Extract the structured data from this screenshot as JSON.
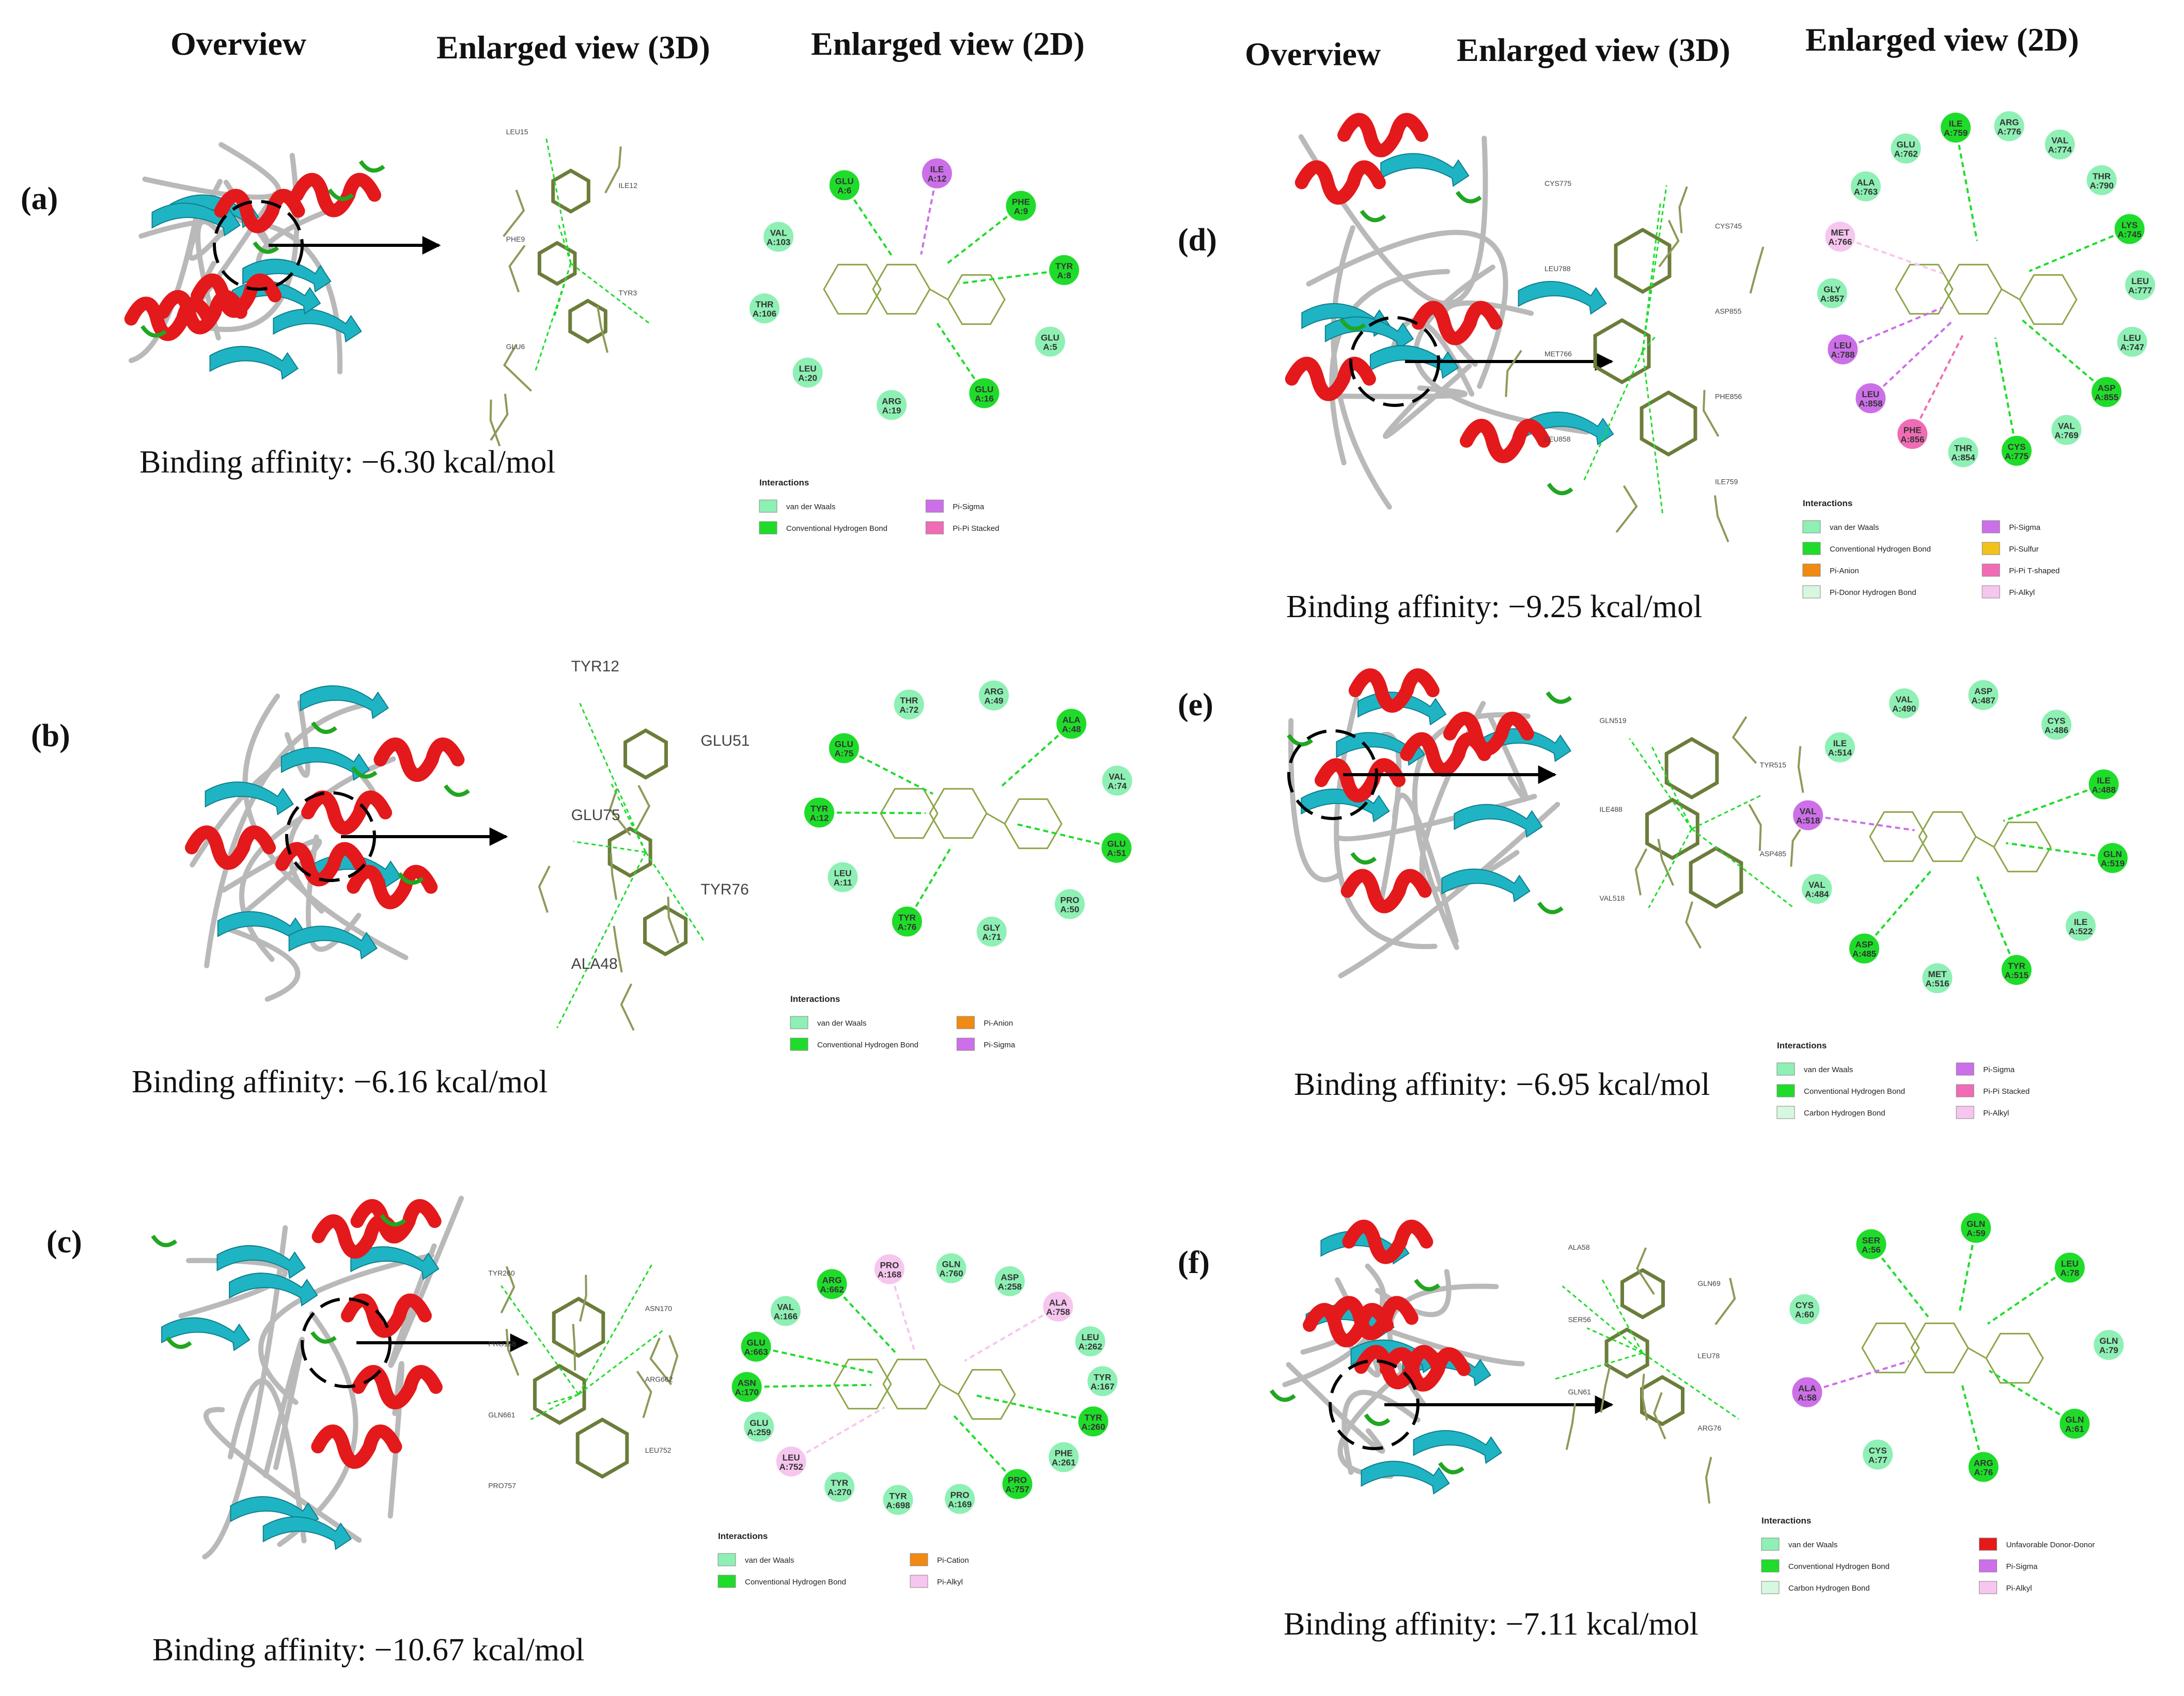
{
  "headers": {
    "left": {
      "overview": "Overview",
      "enlarged_3d": "Enlarged view (3D)",
      "enlarged_2d": "Enlarged view (2D)"
    },
    "right": {
      "overview": "Overview",
      "enlarged_3d": "Enlarged view (3D)",
      "enlarged_2d": "Enlarged view (2D)"
    }
  },
  "colors": {
    "helix": "#e3191c",
    "sheet": "#1fb4c4",
    "coil": "#b9b9b9",
    "turn": "#21a621",
    "ligand": "#6b7d3a",
    "vdw": "#8ef0b4",
    "hbond": "#1fdc2a",
    "pi_sigma": "#cc6fe8",
    "pi_pi_stacked": "#f06cb4",
    "pi_anion": "#f08a12",
    "pi_alkyl": "#f6c6ef",
    "pi_sulfur": "#f2c21a",
    "carbon_hbond": "#d8f7df",
    "unfavorable": "#e31a1a",
    "pi_cation": "#f08a12"
  },
  "panels": [
    {
      "label": "(a)",
      "affinity": "Binding affinity: −6.30 kcal/mol",
      "labels_3d": [
        "LEU15",
        "ILE12",
        "PHE9",
        "TYR3",
        "GLU6"
      ],
      "residues": [
        {
          "name": "ILE A:12",
          "type": "pi_sigma"
        },
        {
          "name": "PHE A:9",
          "type": "hbond"
        },
        {
          "name": "TYR A:8",
          "type": "hbond"
        },
        {
          "name": "GLU A:5",
          "type": "vdw"
        },
        {
          "name": "GLU A:16",
          "type": "hbond"
        },
        {
          "name": "ARG A:19",
          "type": "vdw"
        },
        {
          "name": "LEU A:20",
          "type": "vdw"
        },
        {
          "name": "THR A:106",
          "type": "vdw"
        },
        {
          "name": "VAL A:103",
          "type": "vdw"
        },
        {
          "name": "GLU A:6",
          "type": "hbond"
        }
      ],
      "legend_title": "Interactions",
      "legend": [
        {
          "label": "van der Waals",
          "type": "vdw"
        },
        {
          "label": "Pi-Sigma",
          "type": "pi_sigma"
        },
        {
          "label": "Conventional Hydrogen Bond",
          "type": "hbond"
        },
        {
          "label": "Pi-Pi Stacked",
          "type": "pi_pi_stacked"
        }
      ]
    },
    {
      "label": "(b)",
      "affinity": "Binding affinity: −6.16 kcal/mol",
      "labels_3d": [
        "TYR12",
        "GLU51",
        "GLU75",
        "TYR76",
        "ALA48"
      ],
      "residues": [
        {
          "name": "ARG A:49",
          "type": "vdw"
        },
        {
          "name": "ALA A:48",
          "type": "hbond"
        },
        {
          "name": "VAL A:74",
          "type": "vdw"
        },
        {
          "name": "GLU A:51",
          "type": "hbond"
        },
        {
          "name": "PRO A:50",
          "type": "vdw"
        },
        {
          "name": "GLY A:71",
          "type": "vdw"
        },
        {
          "name": "TYR A:76",
          "type": "hbond"
        },
        {
          "name": "LEU A:11",
          "type": "vdw"
        },
        {
          "name": "TYR A:12",
          "type": "hbond"
        },
        {
          "name": "GLU A:75",
          "type": "hbond"
        },
        {
          "name": "THR A:72",
          "type": "vdw"
        }
      ],
      "legend_title": "Interactions",
      "legend": [
        {
          "label": "van der Waals",
          "type": "vdw"
        },
        {
          "label": "Pi-Anion",
          "type": "pi_anion"
        },
        {
          "label": "Conventional Hydrogen Bond",
          "type": "hbond"
        },
        {
          "label": "Pi-Sigma",
          "type": "pi_sigma"
        }
      ]
    },
    {
      "label": "(c)",
      "affinity": "Binding affinity: −10.67 kcal/mol",
      "labels_3d": [
        "TYR260",
        "ASN170",
        "PRO168",
        "ARG662",
        "GLN661",
        "LEU752",
        "PRO757"
      ],
      "residues": [
        {
          "name": "GLN A:760",
          "type": "vdw"
        },
        {
          "name": "ASP A:258",
          "type": "vdw"
        },
        {
          "name": "ALA A:758",
          "type": "pi_alkyl"
        },
        {
          "name": "LEU A:262",
          "type": "vdw"
        },
        {
          "name": "TYR A:167",
          "type": "vdw"
        },
        {
          "name": "TYR A:260",
          "type": "hbond"
        },
        {
          "name": "PHE A:261",
          "type": "vdw"
        },
        {
          "name": "PRO A:757",
          "type": "hbond"
        },
        {
          "name": "PRO A:169",
          "type": "vdw"
        },
        {
          "name": "TYR A:698",
          "type": "vdw"
        },
        {
          "name": "TYR A:270",
          "type": "vdw"
        },
        {
          "name": "LEU A:752",
          "type": "pi_alkyl"
        },
        {
          "name": "GLU A:259",
          "type": "vdw"
        },
        {
          "name": "ASN A:170",
          "type": "hbond"
        },
        {
          "name": "GLU A:663",
          "type": "hbond"
        },
        {
          "name": "VAL A:166",
          "type": "vdw"
        },
        {
          "name": "ARG A:662",
          "type": "hbond"
        },
        {
          "name": "PRO A:168",
          "type": "pi_alkyl"
        }
      ],
      "legend_title": "Interactions",
      "legend": [
        {
          "label": "van der Waals",
          "type": "vdw"
        },
        {
          "label": "Pi-Cation",
          "type": "pi_cation"
        },
        {
          "label": "Conventional Hydrogen Bond",
          "type": "hbond"
        },
        {
          "label": "Pi-Alkyl",
          "type": "pi_alkyl"
        }
      ]
    },
    {
      "label": "(d)",
      "affinity": "Binding affinity: −9.25 kcal/mol",
      "labels_3d": [
        "CYS775",
        "CYS745",
        "LEU788",
        "ASP855",
        "MET766",
        "PHE856",
        "LEU858",
        "ILE759"
      ],
      "residues": [
        {
          "name": "ARG A:776",
          "type": "vdw"
        },
        {
          "name": "VAL A:774",
          "type": "vdw"
        },
        {
          "name": "THR A:790",
          "type": "vdw"
        },
        {
          "name": "LYS A:745",
          "type": "hbond"
        },
        {
          "name": "LEU A:777",
          "type": "vdw"
        },
        {
          "name": "LEU A:747",
          "type": "vdw"
        },
        {
          "name": "ASP A:855",
          "type": "hbond"
        },
        {
          "name": "VAL A:769",
          "type": "vdw"
        },
        {
          "name": "CYS A:775",
          "type": "hbond"
        },
        {
          "name": "THR A:854",
          "type": "vdw"
        },
        {
          "name": "PHE A:856",
          "type": "pi_pi_stacked"
        },
        {
          "name": "LEU A:858",
          "type": "pi_sigma"
        },
        {
          "name": "LEU A:788",
          "type": "pi_sigma"
        },
        {
          "name": "GLY A:857",
          "type": "vdw"
        },
        {
          "name": "MET A:766",
          "type": "pi_alkyl"
        },
        {
          "name": "ALA A:763",
          "type": "vdw"
        },
        {
          "name": "GLU A:762",
          "type": "vdw"
        },
        {
          "name": "ILE A:759",
          "type": "hbond"
        }
      ],
      "legend_title": "Interactions",
      "legend": [
        {
          "label": "van der Waals",
          "type": "vdw"
        },
        {
          "label": "Pi-Sigma",
          "type": "pi_sigma"
        },
        {
          "label": "Conventional Hydrogen Bond",
          "type": "hbond"
        },
        {
          "label": "Pi-Sulfur",
          "type": "pi_sulfur"
        },
        {
          "label": "Pi-Anion",
          "type": "pi_anion"
        },
        {
          "label": "Pi-Pi T-shaped",
          "type": "pi_pi_stacked"
        },
        {
          "label": "Pi-Donor Hydrogen Bond",
          "type": "carbon_hbond"
        },
        {
          "label": "Pi-Alkyl",
          "type": "pi_alkyl"
        }
      ]
    },
    {
      "label": "(e)",
      "affinity": "Binding affinity: −6.95 kcal/mol",
      "labels_3d": [
        "GLN519",
        "TYR515",
        "ILE488",
        "ASP485",
        "VAL518"
      ],
      "residues": [
        {
          "name": "ASP A:487",
          "type": "vdw"
        },
        {
          "name": "CYS A:486",
          "type": "vdw"
        },
        {
          "name": "ILE A:488",
          "type": "hbond"
        },
        {
          "name": "GLN A:519",
          "type": "hbond"
        },
        {
          "name": "ILE A:522",
          "type": "vdw"
        },
        {
          "name": "TYR A:515",
          "type": "hbond"
        },
        {
          "name": "MET A:516",
          "type": "vdw"
        },
        {
          "name": "ASP A:485",
          "type": "hbond"
        },
        {
          "name": "VAL A:484",
          "type": "vdw"
        },
        {
          "name": "VAL A:518",
          "type": "pi_sigma"
        },
        {
          "name": "ILE A:514",
          "type": "vdw"
        },
        {
          "name": "VAL A:490",
          "type": "vdw"
        }
      ],
      "legend_title": "Interactions",
      "legend": [
        {
          "label": "van der Waals",
          "type": "vdw"
        },
        {
          "label": "Pi-Sigma",
          "type": "pi_sigma"
        },
        {
          "label": "Conventional Hydrogen Bond",
          "type": "hbond"
        },
        {
          "label": "Pi-Pi Stacked",
          "type": "pi_pi_stacked"
        },
        {
          "label": "Carbon Hydrogen Bond",
          "type": "carbon_hbond"
        },
        {
          "label": "Pi-Alkyl",
          "type": "pi_alkyl"
        }
      ]
    },
    {
      "label": "(f)",
      "affinity": "Binding affinity: −7.11 kcal/mol",
      "labels_3d": [
        "ALA58",
        "GLN69",
        "SER56",
        "LEU78",
        "GLN61",
        "ARG76"
      ],
      "residues": [
        {
          "name": "GLN A:59",
          "type": "hbond"
        },
        {
          "name": "LEU A:78",
          "type": "hbond"
        },
        {
          "name": "GLN A:79",
          "type": "vdw"
        },
        {
          "name": "GLN A:61",
          "type": "hbond"
        },
        {
          "name": "ARG A:76",
          "type": "hbond"
        },
        {
          "name": "CYS A:77",
          "type": "vdw"
        },
        {
          "name": "ALA A:58",
          "type": "pi_sigma"
        },
        {
          "name": "CYS A:60",
          "type": "vdw"
        },
        {
          "name": "SER A:56",
          "type": "hbond"
        }
      ],
      "legend_title": "Interactions",
      "legend": [
        {
          "label": "van der Waals",
          "type": "vdw"
        },
        {
          "label": "Unfavorable Donor-Donor",
          "type": "unfavorable"
        },
        {
          "label": "Conventional Hydrogen Bond",
          "type": "hbond"
        },
        {
          "label": "Pi-Sigma",
          "type": "pi_sigma"
        },
        {
          "label": "Carbon Hydrogen Bond",
          "type": "carbon_hbond"
        },
        {
          "label": "Pi-Alkyl",
          "type": "pi_alkyl"
        }
      ]
    }
  ]
}
